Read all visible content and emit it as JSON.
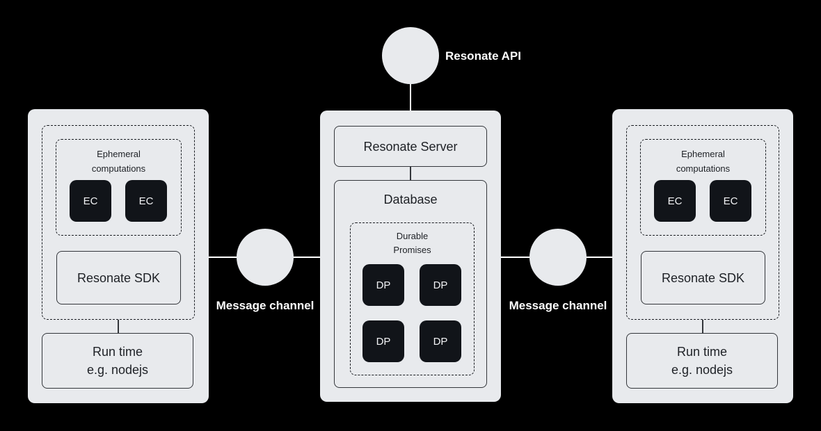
{
  "colors": {
    "background": "#000000",
    "panel_fill": "#e8eaed",
    "node_fill": "#e8eaed",
    "dark_box_fill": "#111419",
    "dark_box_text": "#f2f3f5",
    "box_border": "#33363b",
    "dashed_border": "#1a1d22",
    "dark_text": "#1e2126",
    "light_text": "#ffffff"
  },
  "api": {
    "label": "Resonate API"
  },
  "message_channels": [
    {
      "label": "Message channel"
    },
    {
      "label": "Message channel"
    }
  ],
  "workers": [
    {
      "ephemeral_title_lines": [
        "Ephemeral",
        "computations"
      ],
      "ec_boxes": [
        "EC",
        "EC"
      ],
      "sdk_label": "Resonate SDK",
      "runtime_lines": [
        "Run time",
        "e.g. nodejs"
      ]
    },
    {
      "ephemeral_title_lines": [
        "Ephemeral",
        "computations"
      ],
      "ec_boxes": [
        "EC",
        "EC"
      ],
      "sdk_label": "Resonate SDK",
      "runtime_lines": [
        "Run time",
        "e.g. nodejs"
      ]
    }
  ],
  "server": {
    "server_label": "Resonate Server",
    "database_label": "Database",
    "durable_title_lines": [
      "Durable",
      "Promises"
    ],
    "dp_boxes": [
      "DP",
      "DP",
      "DP",
      "DP"
    ]
  }
}
